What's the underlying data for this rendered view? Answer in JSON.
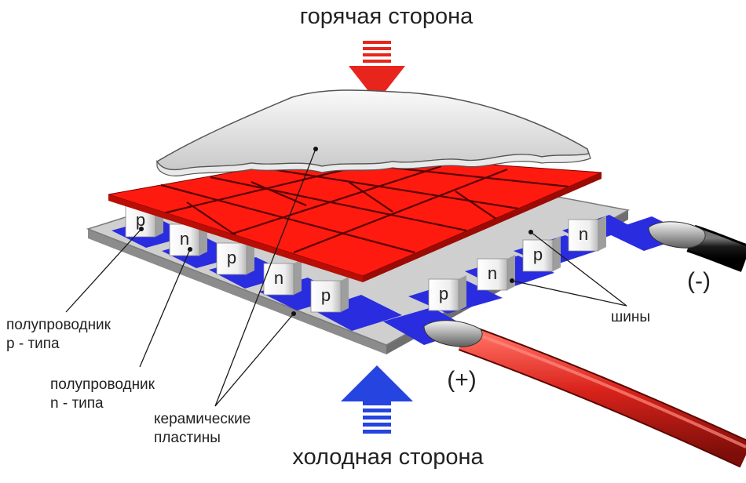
{
  "title_hot": "горячая сторона",
  "title_cold": "холодная сторона",
  "labels": {
    "p_type": [
      "полупроводник",
      "p - типа"
    ],
    "n_type": [
      "полупроводник",
      "n - типа"
    ],
    "ceramic": [
      "керамические",
      "пластины"
    ],
    "buses": "шины",
    "plus": "(+)",
    "minus": "(-)"
  },
  "legs": [
    "p",
    "n",
    "p",
    "n",
    "p",
    "p",
    "n",
    "p",
    "n"
  ],
  "colors": {
    "hot_arrow": "#e8251c",
    "cold_arrow": "#2544e0",
    "hot_plate_tiles": "#ff1a0f",
    "bus_blue": "#2a2ce0",
    "ceramic_grey": "#c8c8c8",
    "wire_red": "#d9231b",
    "wire_black": "#1a1a1a"
  }
}
